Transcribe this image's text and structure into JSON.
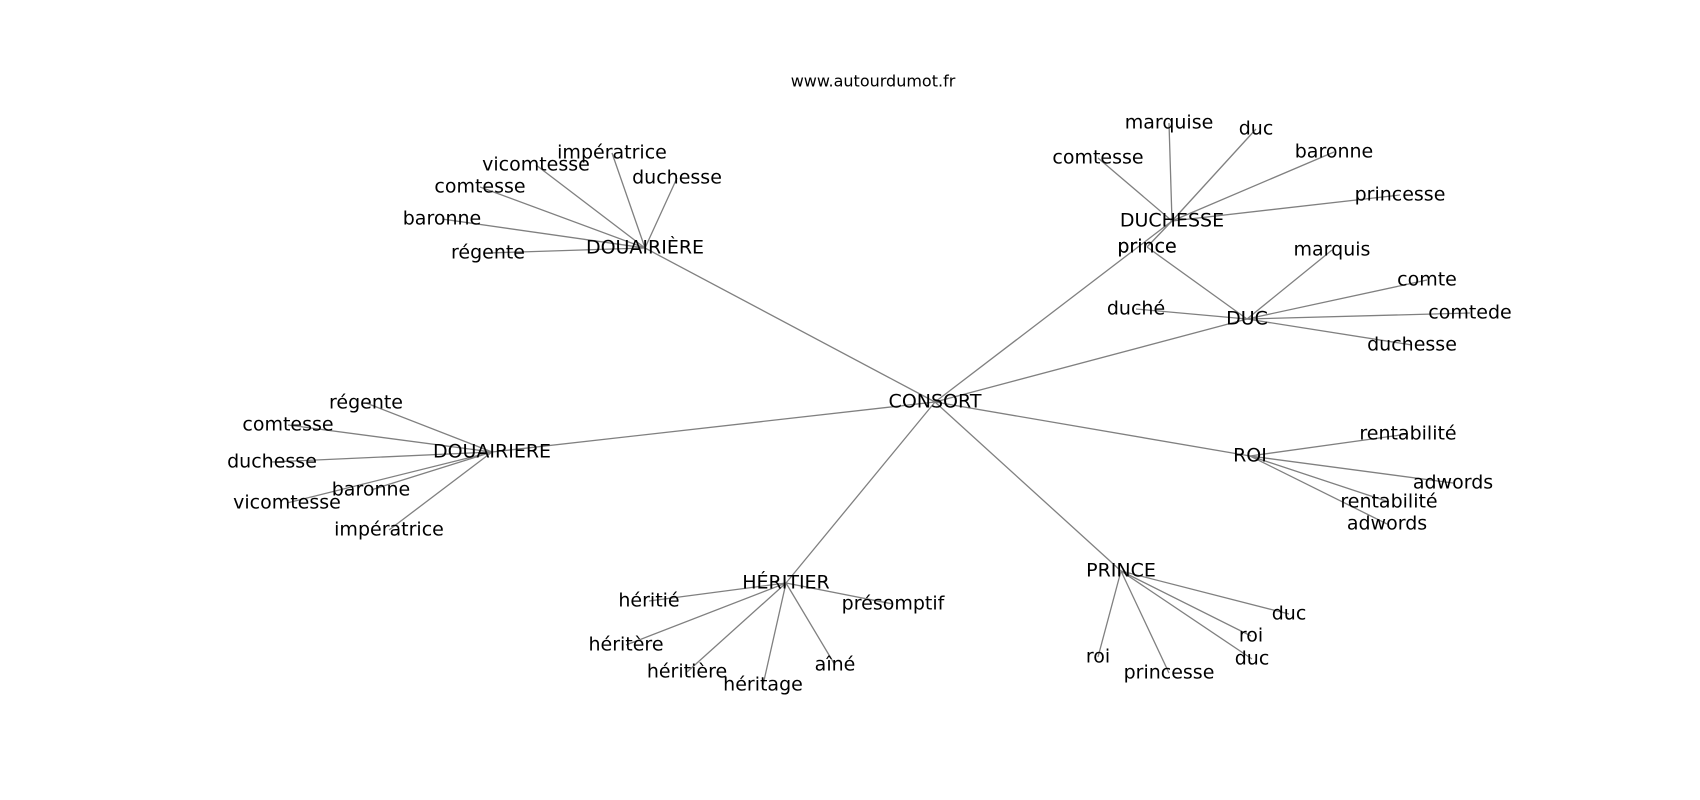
{
  "header": {
    "source": "www.autourdumot.fr"
  },
  "graph": {
    "edge_color": "#808080",
    "text_color": "#000000",
    "center": {
      "id": "consort",
      "label": "CONSORT"
    },
    "hubs": [
      {
        "id": "douairiere_accent",
        "label": "DOUAIRIÈRE",
        "leaves": [
          "régente",
          "baronne",
          "comtesse",
          "vicomtesse",
          "impératrice",
          "duchesse"
        ]
      },
      {
        "id": "duchesse",
        "label": "DUCHESSE",
        "leaves": [
          "comtesse",
          "marquise",
          "duc",
          "baronne",
          "princesse",
          "prince"
        ]
      },
      {
        "id": "duc",
        "label": "DUC",
        "leaves": [
          "prince",
          "duché",
          "marquis",
          "comte",
          "comtede",
          "duchesse"
        ]
      },
      {
        "id": "douairiere",
        "label": "DOUAIRIERE",
        "leaves": [
          "régente",
          "comtesse",
          "duchesse",
          "vicomtesse",
          "baronne",
          "impératrice"
        ]
      },
      {
        "id": "roi",
        "label": "ROI",
        "leaves": [
          "rentabilité",
          "adwords",
          "rentabilité",
          "adwords"
        ]
      },
      {
        "id": "heritier",
        "label": "HÉRITIER",
        "leaves": [
          "héritié",
          "héritère",
          "héritière",
          "héritage",
          "aîné",
          "présomptif"
        ]
      },
      {
        "id": "prince",
        "label": "PRINCE",
        "leaves": [
          "roi",
          "princesse",
          "duc",
          "roi",
          "duc"
        ]
      }
    ]
  }
}
